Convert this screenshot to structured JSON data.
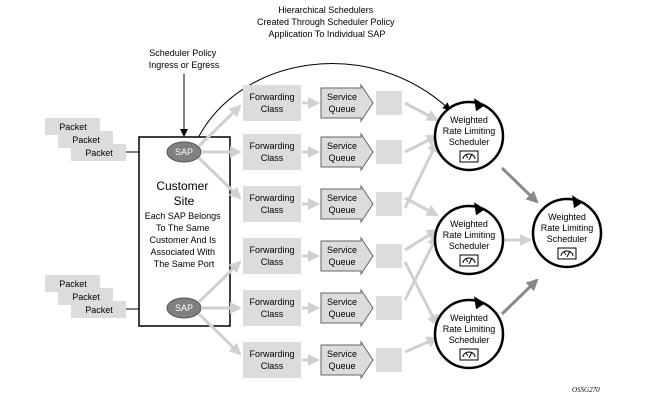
{
  "title": {
    "lines": [
      "Hierarchical Schedulers",
      "Created Through Scheduler Policy",
      "Application To Individual SAP"
    ]
  },
  "policy_label": {
    "lines": [
      "Scheduler Policy",
      "Ingress or Egress"
    ]
  },
  "packets_label": "Packet",
  "sap_label": "SAP",
  "customer_site": {
    "title_lines": [
      "Customer",
      "Site"
    ],
    "desc_lines": [
      "Each SAP Belongs",
      "To The Same",
      "Customer And Is",
      "Associated With",
      "The Same Port"
    ]
  },
  "forwarding_class": {
    "lines": [
      "Forwarding",
      "Class"
    ]
  },
  "service_queue": {
    "lines": [
      "Service",
      "Queue"
    ]
  },
  "scheduler": {
    "lines": [
      "Weighted",
      "Rate Limiting",
      "Scheduler"
    ]
  },
  "figure_tag": "OSSG270",
  "colors": {
    "box_fill": "#dcdcdc",
    "sap_fill": "#808080",
    "arrow_light": "#d0d0d0",
    "arrow_dark": "#888888"
  }
}
